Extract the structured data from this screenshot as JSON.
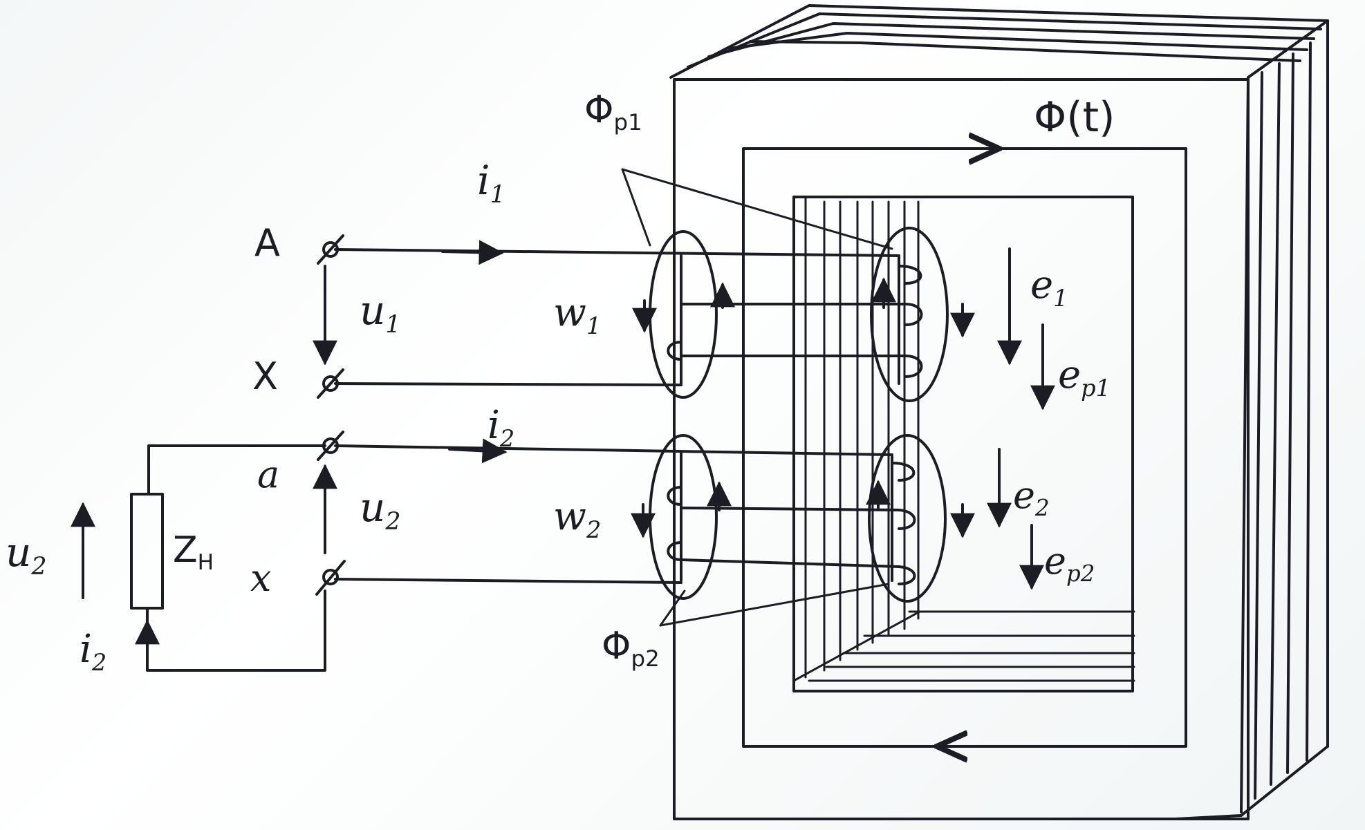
{
  "labels": {
    "terminal_A": "A",
    "terminal_X": "X",
    "terminal_a": "a",
    "terminal_x": "x",
    "i1": {
      "base": "i",
      "sub": "1"
    },
    "u1": {
      "base": "u",
      "sub": "1"
    },
    "i2_top": {
      "base": "i",
      "sub": "2"
    },
    "u2_right": {
      "base": "u",
      "sub": "2"
    },
    "u2_left": {
      "base": "u",
      "sub": "2"
    },
    "i2_bottom": {
      "base": "i",
      "sub": "2"
    },
    "z_load": {
      "base": "Z",
      "sub": "H"
    },
    "w1": {
      "base": "w",
      "sub": "1"
    },
    "w2": {
      "base": "w",
      "sub": "2"
    },
    "phi_p1": {
      "base": "Φ",
      "sub": "p1"
    },
    "phi_p2": {
      "base": "Φ",
      "sub": "p2"
    },
    "phi_t": "Φ(t)",
    "e1": {
      "base": "e",
      "sub": "1"
    },
    "ep1": {
      "base": "e",
      "sub": "p1"
    },
    "e2": {
      "base": "e",
      "sub": "2"
    },
    "ep2": {
      "base": "e",
      "sub": "p2"
    }
  },
  "colors": {
    "ink": "#1c1c24",
    "paper": "#f4f7f7"
  }
}
